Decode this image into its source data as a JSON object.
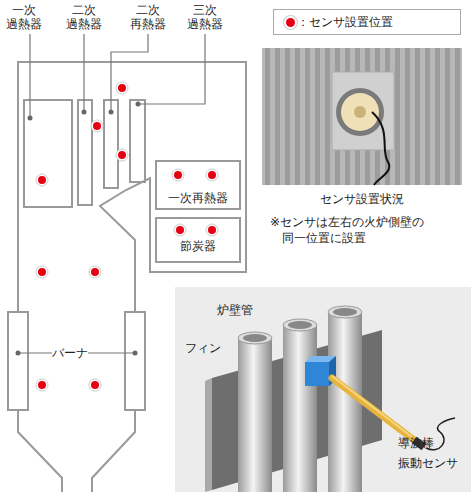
{
  "diagram": {
    "nodes": [
      {
        "text": [
          "一次再熱器"
        ]
      },
      {
        "text": [
          "節炭器"
        ]
      }
    ],
    "labels": [
      "一次 過熱器",
      "二次 過熱器",
      "二次 再熱器",
      "三次 過熱器",
      "バーナ",
      "センサ設置状況",
      "※センサは左右の火炉側壁の 同一位置に設置",
      "炉壁管",
      "フィン",
      "導波棒",
      "振動センサ"
    ],
    "legend": [
      {
        "text": "：センサ設置位置",
        "color": "#e60012"
      }
    ]
  }
}
